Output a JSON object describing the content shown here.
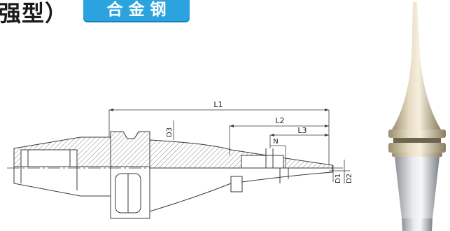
{
  "header": {
    "title_fragment": "强型）",
    "material_badge": "合金钢"
  },
  "drawing": {
    "dimension_labels": {
      "l1": "L1",
      "l2": "L2",
      "l3": "L3",
      "n": "N",
      "d1": "D1",
      "d2": "D2",
      "d3": "D3"
    }
  },
  "colors": {
    "badge": "#2aa3df",
    "line": "#3a3a3a",
    "photo_gold": "#c8b998",
    "photo_silver": "#c9ccd0"
  }
}
